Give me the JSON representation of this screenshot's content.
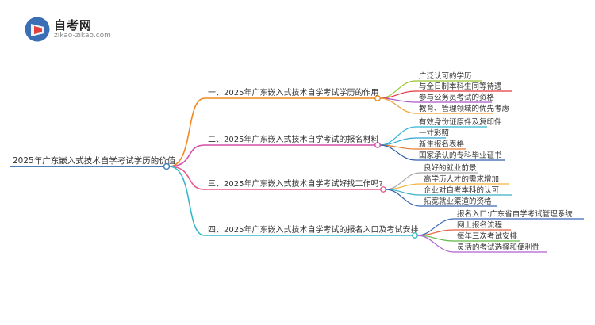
{
  "logo": {
    "name": "自考网",
    "domain": "zikao-zikao.com",
    "colors": {
      "blue": "#3a6fb6",
      "red": "#e0413a",
      "text": "#222222",
      "sub": "#888888"
    }
  },
  "root": {
    "label": "2025年广东嵌入式技术自学考试学历的价值",
    "color": "#4a7fb8"
  },
  "branches": [
    {
      "label": "一、2025年广东嵌入式技术自学考试学历的作用",
      "color": "#f0891f",
      "leaves": [
        {
          "label": "广泛认可的学历",
          "color": "#9ac430"
        },
        {
          "label": "与全日制本科生同等待遇",
          "color": "#e6383c"
        },
        {
          "label": "参与公务员考试的资格",
          "color": "#a855c8"
        },
        {
          "label": "教育、管理领域的优先考虑",
          "color": "#f0a12e"
        }
      ]
    },
    {
      "label": "二、2025年广东嵌入式技术自学考试的报名材料",
      "color": "#d64ea8",
      "leaves": [
        {
          "label": "有效身份证原件及复印件",
          "color": "#33b6d8"
        },
        {
          "label": "一寸彩照",
          "color": "#2fa7d4"
        },
        {
          "label": "新生报名表格",
          "color": "#e37a2b"
        },
        {
          "label": "国家承认的专科毕业证书",
          "color": "#2e5fa8"
        }
      ]
    },
    {
      "label": "三、2025年广东嵌入式技术自学考试好找工作吗?",
      "color": "#e85a8f",
      "leaves": [
        {
          "label": "良好的就业前景",
          "color": "#a9a9a9"
        },
        {
          "label": "高学历人才的需求增加",
          "color": "#f2b43a"
        },
        {
          "label": "企业对自考本科的认可",
          "color": "#3ab0c8"
        },
        {
          "label": "拓宽就业渠道的资格",
          "color": "#3b63b0"
        }
      ]
    },
    {
      "label": "四、2025年广东嵌入式技术自学考试的报名入口及考试安排",
      "color": "#35b9c9",
      "leaves": [
        {
          "label": "报名入口:广东省自学考试管理系统",
          "color": "#3a67b8"
        },
        {
          "label": "网上报名流程",
          "color": "#e8603c"
        },
        {
          "label": "每年三次考试安排",
          "color": "#62b946"
        },
        {
          "label": "灵活的考试选择和便利性",
          "color": "#b05ed1"
        }
      ]
    }
  ]
}
